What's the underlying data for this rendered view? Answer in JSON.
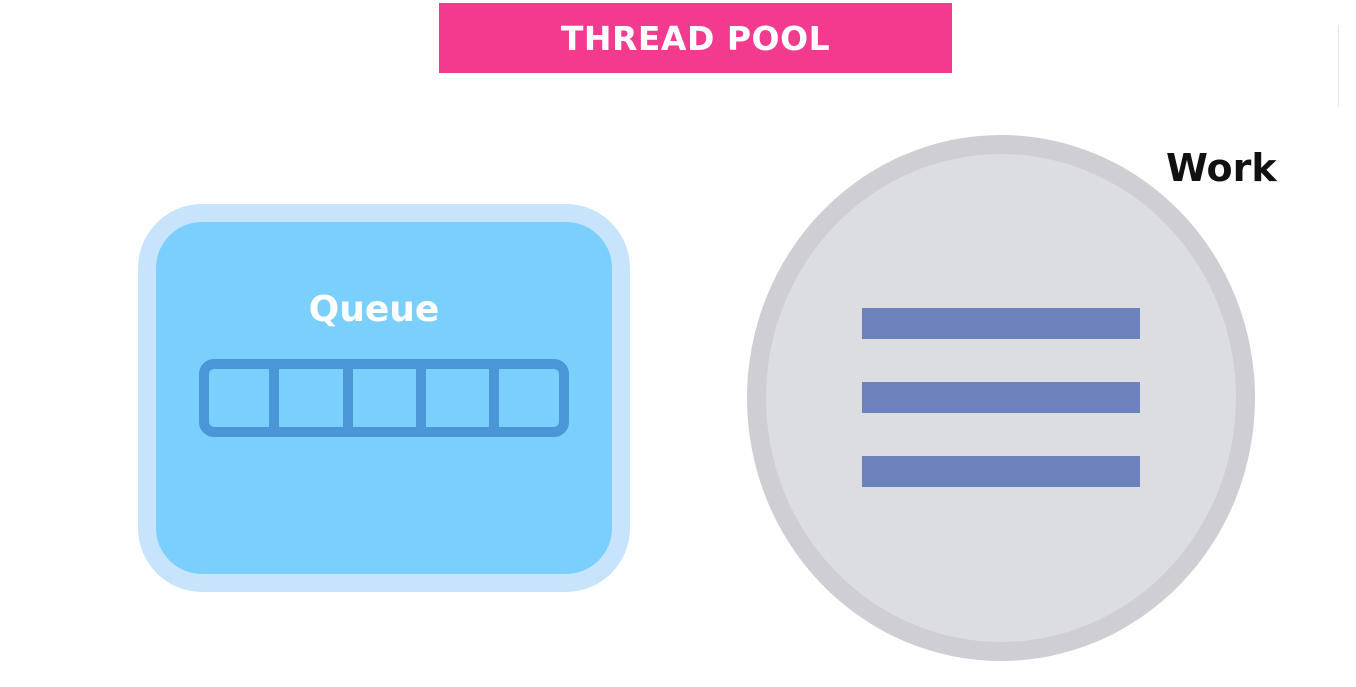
{
  "title": "THREAD POOL",
  "queue": {
    "label": "Queue",
    "slots": 5
  },
  "work": {
    "label": "Work",
    "icon": "menu-lines-icon",
    "lines": 3
  },
  "colors": {
    "banner": "#f23a8e",
    "queue_outer": "#c7e4fc",
    "queue_inner": "#7bcffc",
    "queue_slots": "#4a96d6",
    "work_outer": "#cfced4",
    "work_inner": "#dcdde0",
    "work_lines": "#6d82bd"
  }
}
